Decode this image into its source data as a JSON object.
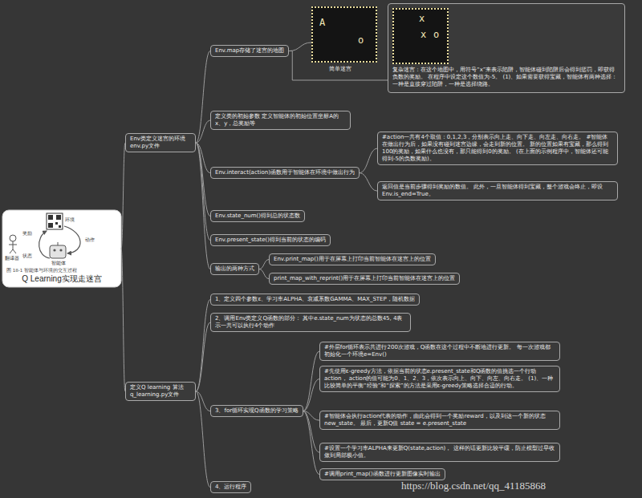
{
  "diagram": {
    "nodes": [
      {
        "text": [
          "Q Learning实现走迷宫"
        ]
      },
      {
        "text": [
          "Env类定义迷宫的环境 env.py文件"
        ]
      },
      {
        "text": [
          "Env.map存储了迷宫的地图"
        ]
      },
      {
        "text": [
          "A",
          "o",
          "简单迷宫"
        ]
      },
      {
        "text": [
          "x",
          "x",
          "o",
          "复杂迷宫：在这个地图中，用符号“x”来表示陷阱，智能体碰到陷阱后会得到惩罚，即获得负数的奖励。 在程序中设定这个数值为-5。 (1)、如果需要获得宝藏，智能体有两种选择：一种是直接穿过陷阱，一种是选择绕路。"
        ]
      },
      {
        "text": [
          "定义类的初始参数 定义智能体的初始位置坐标A的x、y，总奖励等"
        ]
      },
      {
        "text": [
          "Env.interact(action)函数用于智能体在环境中做出行为"
        ]
      },
      {
        "text": [
          "#action一共有4个取值：0,1,2,3，分别表示向上走、向下走、向左走、向右走。 #智能体在做出行为后，如果没有碰到迷宫边缘，会走到新的位置。 新的位置如果有宝藏，那么得到100的奖励，如果什么也没有，那只能得到0的奖励。 (在上面的示例程序中，智能体还可能得到-5的负数奖励)。"
        ]
      },
      {
        "text": [
          "返回值是当前步骤得到奖励的数值。 此外，一旦智能体得到宝藏，整个游戏会终止，即设Env.is_end=True。"
        ]
      },
      {
        "text": [
          "Env.state_num()得到总的状态数"
        ]
      },
      {
        "text": [
          "Env.present_state()得到当前的状态的编码"
        ]
      },
      {
        "text": [
          "输出的两种方式"
        ]
      },
      {
        "text": [
          "Env.print_map()用于在屏幕上打印当前智能体在迷宫上的位置"
        ]
      },
      {
        "text": [
          "print_map_with_reprint()用于在屏幕上打印当前智能体在迷宫上的位置"
        ]
      },
      {
        "text": [
          "定义Q learning 算法 q_learning.py文件"
        ]
      },
      {
        "text": [
          "1、定义四个参数ε、学习率ALPHA、衰减系数GAMMA、MAX_STEP，随机数据"
        ]
      },
      {
        "text": [
          "2、调用Env类定义Q函数的部分： 其中e.state_num为状态的总数45, 4表示一共可以执行4个动作"
        ]
      },
      {
        "text": [
          "3、for循环实现Q函数的学习策略"
        ]
      },
      {
        "text": [
          "#外层for循环表示共进行200次游戏，Q函数在这个过程中不断地进行更新。 每一次游戏都初始化一个环境e=Env()"
        ]
      },
      {
        "text": [
          "#先使用ε-greedy方法，依据当前的状态e.present_state和Q函数的值挑选一个行动action， action的值可能为0、1、2、3，依次表示向上、向下、向左、向右走。 (1)、一种比较简单的平衡“经验”和“探索”的方法是采用ε-greedy策略选择合适的行动。"
        ]
      },
      {
        "text": [
          "#智能体会执行action代表的动作，由此会得到一个奖励reward，以及到达一个新的状态new_state。 最后，更新Q值 state = e.present_state"
        ]
      },
      {
        "text": [
          "#设置一个学习率ALPHA来更新Q(state,action)， 这样的话更新比较平缓，防止模型过早收敛到局部极小值。"
        ]
      },
      {
        "text": [
          "#调用print_map()函数进行更新图像实时输出"
        ]
      },
      {
        "text": [
          "4、运行程序"
        ]
      }
    ],
    "edges": [
      {
        "from": 0,
        "to": 1,
        "arrow": "none"
      },
      {
        "from": 0,
        "to": 14,
        "arrow": "none"
      },
      {
        "from": 1,
        "to": 2,
        "arrow": "none"
      },
      {
        "from": 2,
        "to": 3,
        "arrow": "none"
      },
      {
        "from": 2,
        "to": 4,
        "arrow": "none"
      },
      {
        "from": 1,
        "to": 5,
        "arrow": "none"
      },
      {
        "from": 1,
        "to": 6,
        "arrow": "none"
      },
      {
        "from": 6,
        "to": 7,
        "arrow": "none"
      },
      {
        "from": 6,
        "to": 8,
        "arrow": "none"
      },
      {
        "from": 1,
        "to": 9,
        "arrow": "none"
      },
      {
        "from": 1,
        "to": 10,
        "arrow": "none"
      },
      {
        "from": 1,
        "to": 11,
        "arrow": "none"
      },
      {
        "from": 11,
        "to": 12,
        "arrow": "none"
      },
      {
        "from": 11,
        "to": 13,
        "arrow": "none"
      },
      {
        "from": 14,
        "to": 15,
        "arrow": "none"
      },
      {
        "from": 14,
        "to": 16,
        "arrow": "none"
      },
      {
        "from": 14,
        "to": 17,
        "arrow": "none"
      },
      {
        "from": 17,
        "to": 18,
        "arrow": "none"
      },
      {
        "from": 17,
        "to": 19,
        "arrow": "none"
      },
      {
        "from": 17,
        "to": 20,
        "arrow": "none"
      },
      {
        "from": 17,
        "to": 21,
        "arrow": "none"
      },
      {
        "from": 17,
        "to": 22,
        "arrow": "none"
      },
      {
        "from": 14,
        "to": 23,
        "arrow": "none"
      }
    ],
    "labels": [
      "环境",
      "奖励",
      "动作",
      "状态",
      "翻译器",
      "智能体",
      "图 18-1 智能体与环境的交互过程",
      "https://blog.csdn.net/qq_41185868"
    ]
  }
}
